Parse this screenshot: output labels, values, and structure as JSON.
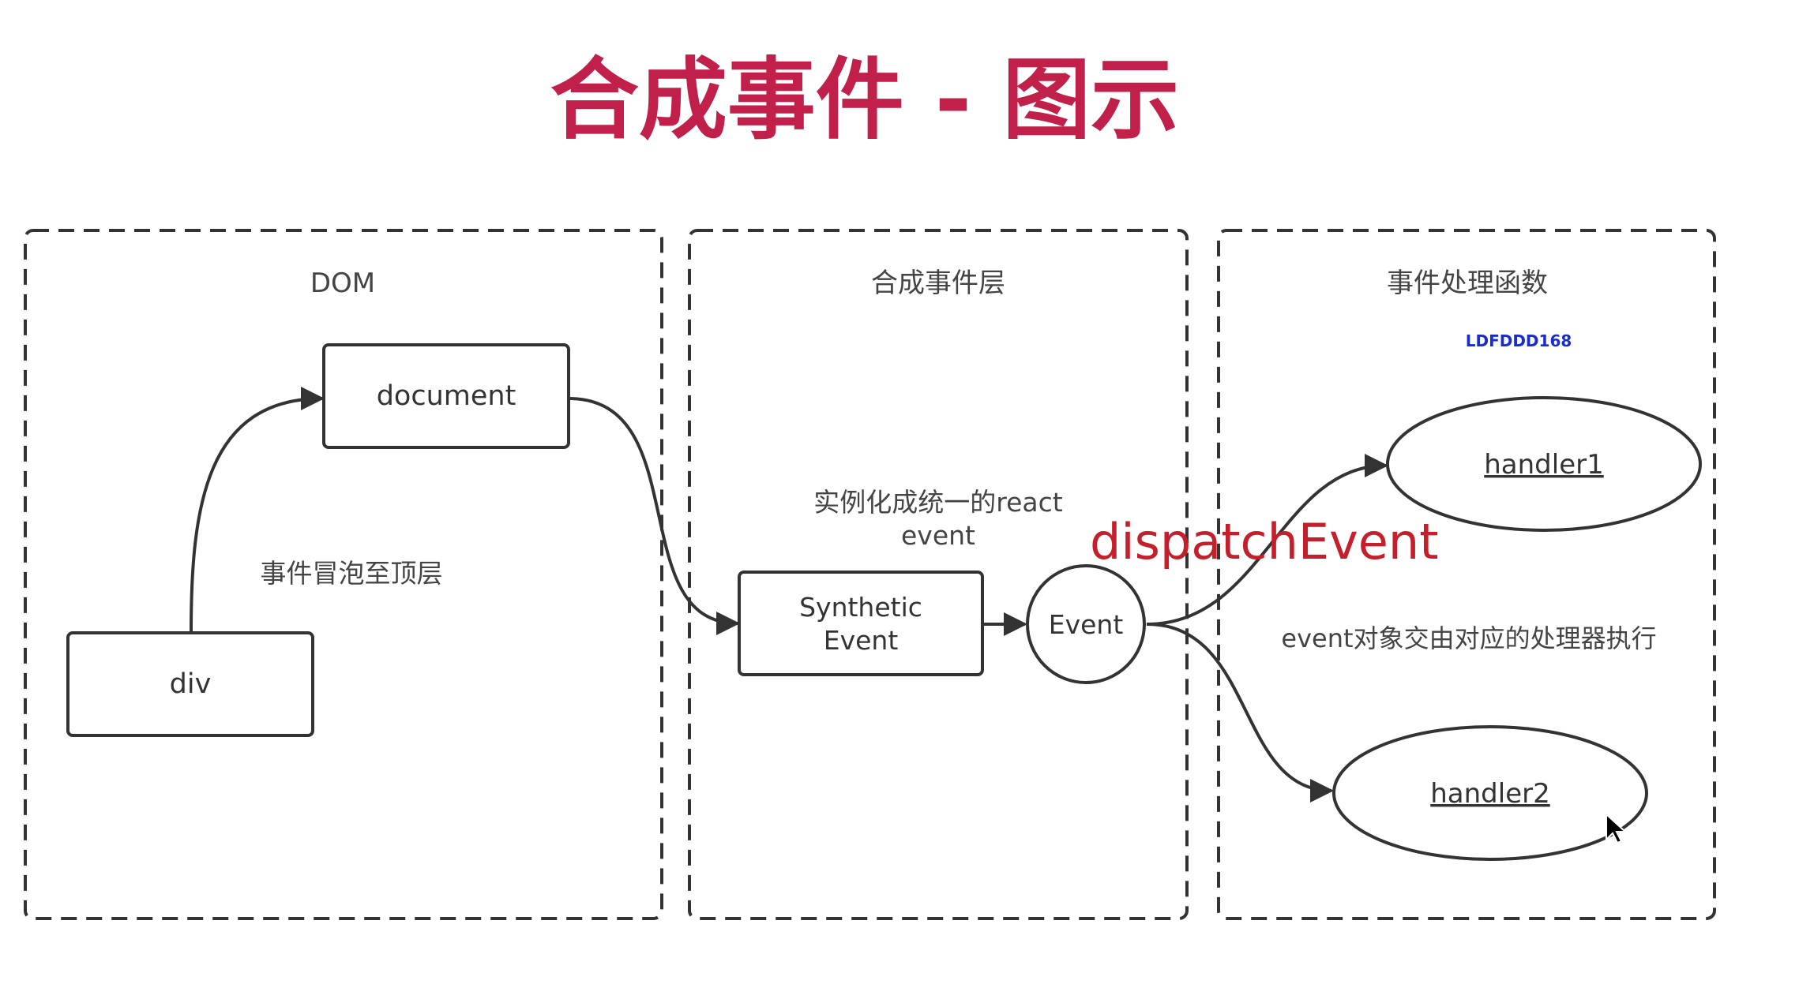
{
  "title": "合成事件 - 图示",
  "watermark": "LDFDDD168",
  "panels": {
    "dom": {
      "label": "DOM"
    },
    "synthetic": {
      "label": "合成事件层"
    },
    "handlers": {
      "label": "事件处理函数"
    }
  },
  "nodes": {
    "document": "document",
    "div": "div",
    "synthetic_event_line1": "Synthetic",
    "synthetic_event_line2": "Event",
    "event": "Event",
    "handler1": "handler1",
    "handler2": "handler2"
  },
  "annotations": {
    "bubble": "事件冒泡至顶层",
    "instantiate_line1": "实例化成统一的react",
    "instantiate_line2": "event",
    "dispatch": "dispatchEvent",
    "delegate": "event对象交由对应的处理器执行"
  },
  "colors": {
    "title": "#c0204a",
    "dispatch": "#c41f2a",
    "watermark": "#1a2ccc",
    "stroke": "#333333",
    "text": "#333333"
  }
}
